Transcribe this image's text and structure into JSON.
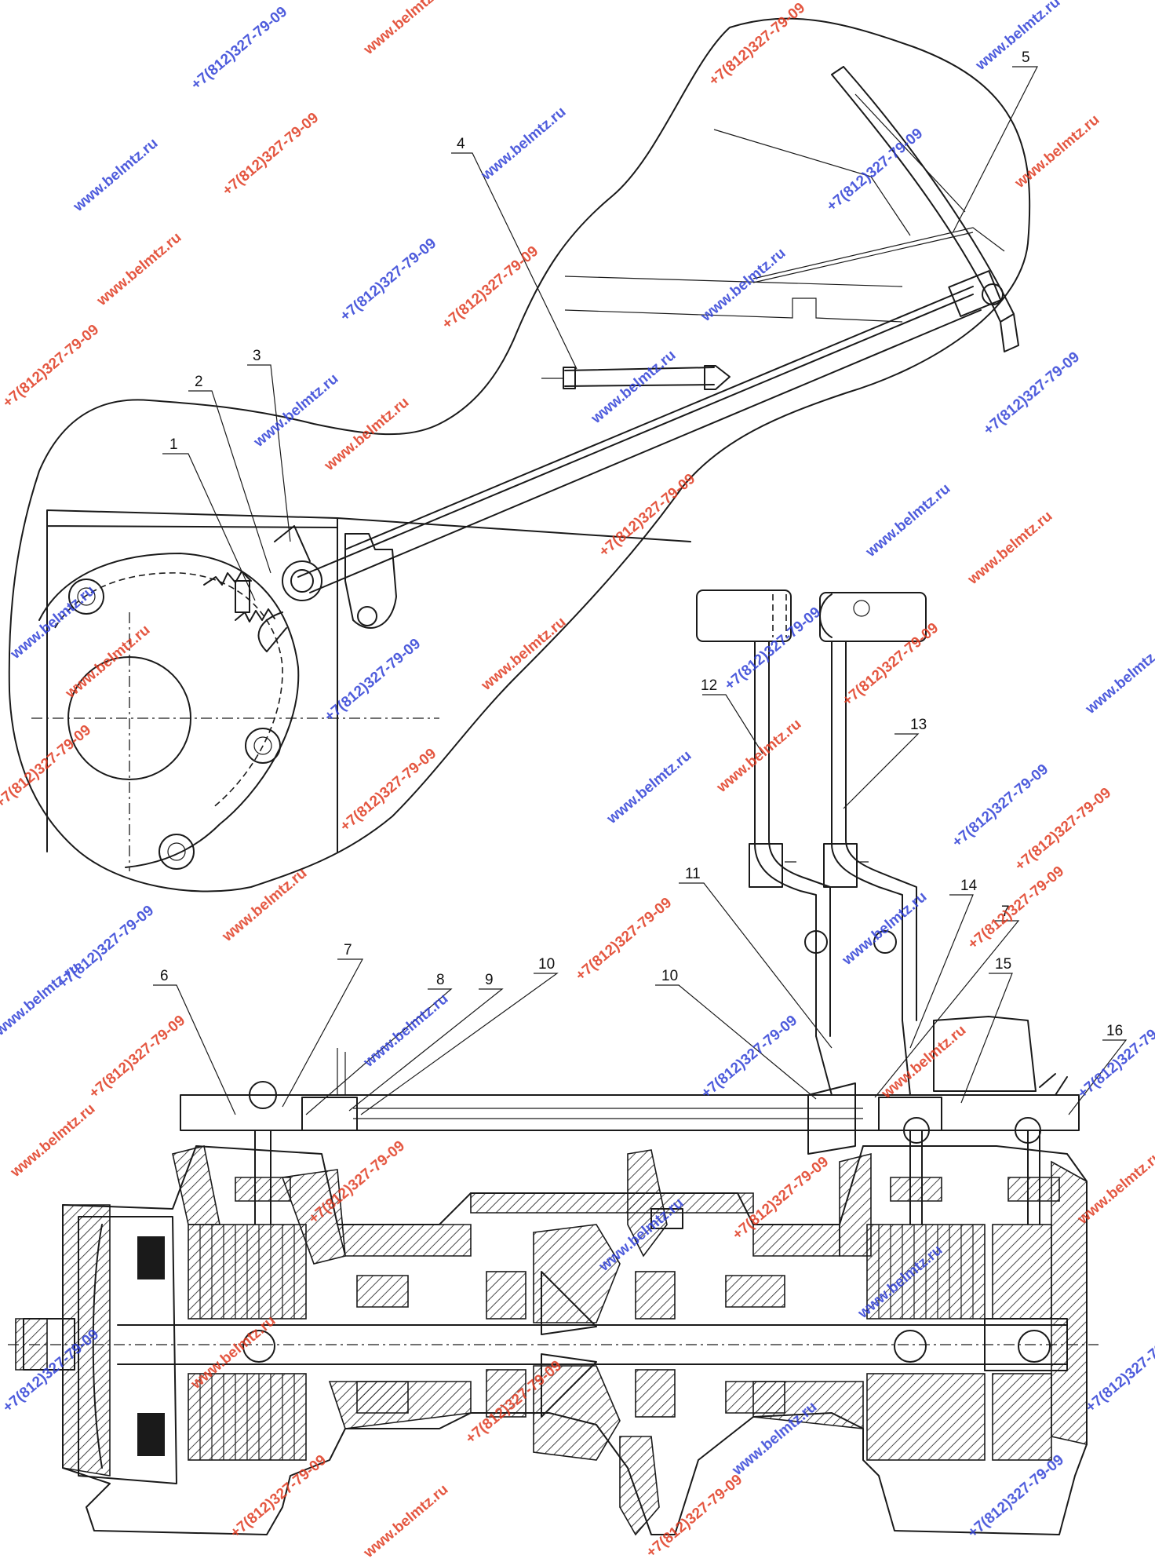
{
  "drawing": {
    "kind": "technical-assembly-drawing",
    "callouts": [
      "1",
      "2",
      "3",
      "4",
      "5",
      "6",
      "7",
      "8",
      "9",
      "10",
      "11",
      "12",
      "13",
      "14",
      "15",
      "16"
    ],
    "colors": {
      "line": "#1a1a1a",
      "background": "#ffffff",
      "watermark_red": "#e0391f",
      "watermark_blue": "#2f3fd6",
      "watermark_gray": "#b9b9b9"
    }
  },
  "watermarks": {
    "site": "www.belmtz.ru",
    "phone": "+7(812)327-79-09"
  }
}
